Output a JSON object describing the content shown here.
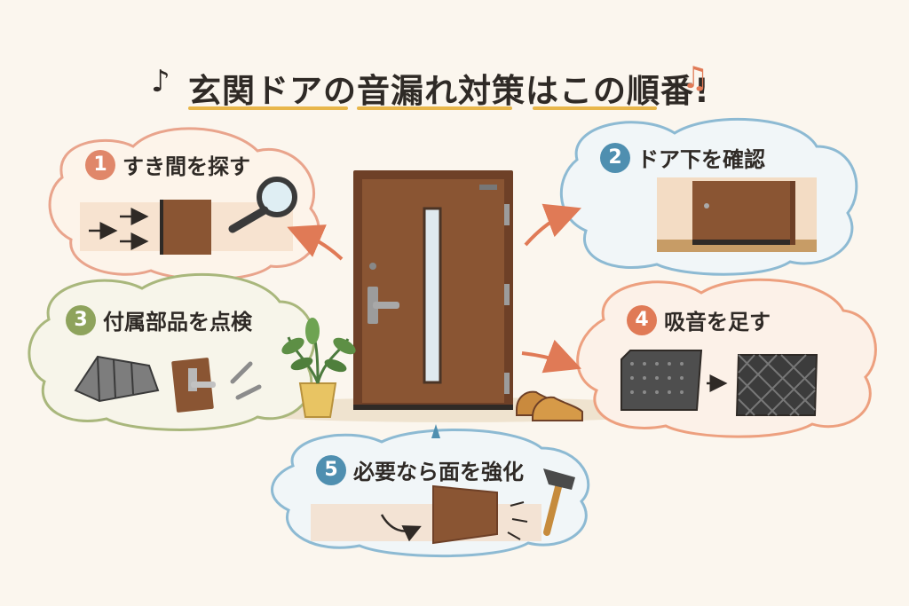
{
  "title": {
    "text": "玄関ドアの音漏れ対策はこの順番!",
    "note_left": "♪",
    "note_right": "♫"
  },
  "steps": [
    {
      "number": "1",
      "label": "すき間を探す",
      "color": "#e0876a"
    },
    {
      "number": "2",
      "label": "ドア下を確認",
      "color": "#4f8fb0"
    },
    {
      "number": "3",
      "label": "付属部品を点検",
      "color": "#8ea35c"
    },
    {
      "number": "4",
      "label": "吸音を足す",
      "color": "#e07a56"
    },
    {
      "number": "5",
      "label": "必要なら面を強化",
      "color": "#4f8fb0"
    }
  ],
  "colors": {
    "door": "#8a5533",
    "door_dark": "#6e4027",
    "accent_yellow": "#e8b64a",
    "arrow": "#e07a56",
    "cloud_pink": "#e9a48c",
    "cloud_blue": "#8dbad3",
    "cloud_green": "#a9b77c",
    "cloud_orange": "#eda07f"
  }
}
